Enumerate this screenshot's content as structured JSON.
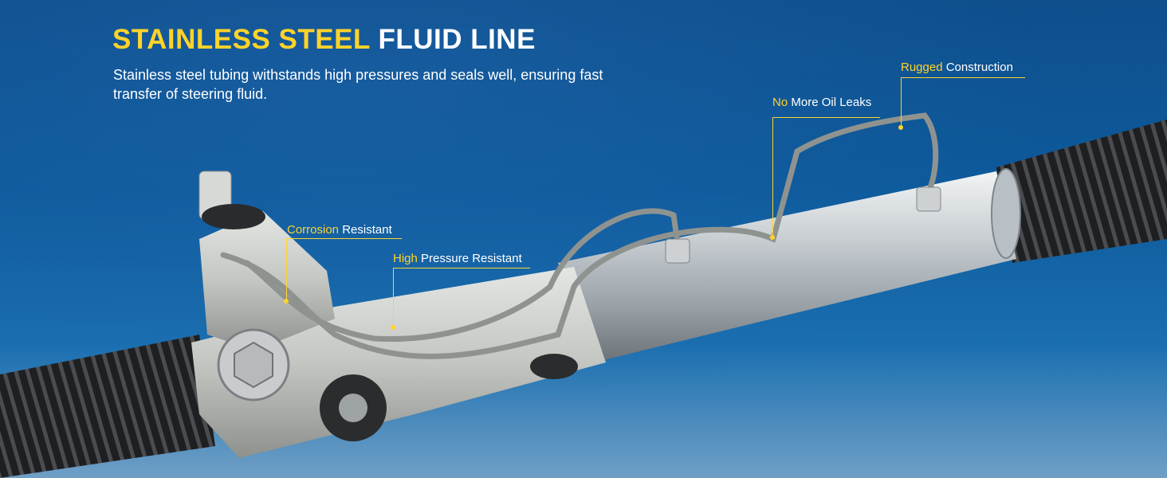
{
  "headline": {
    "accent": "STAINLESS STEEL",
    "rest": "FLUID LINE"
  },
  "subtitle": "Stainless steel tubing withstands high pressures and seals well, ensuring fast transfer of steering fluid.",
  "callouts": [
    {
      "highlight": "Corrosion",
      "text": "Resistant"
    },
    {
      "highlight": "High",
      "text": "Pressure Resistant"
    },
    {
      "highlight": "No",
      "text": "More Oil Leaks"
    },
    {
      "highlight": "Rugged",
      "text": "Construction"
    }
  ],
  "colors": {
    "accent": "#ffd32b",
    "background": "#0d5a9c",
    "text": "#ffffff"
  }
}
